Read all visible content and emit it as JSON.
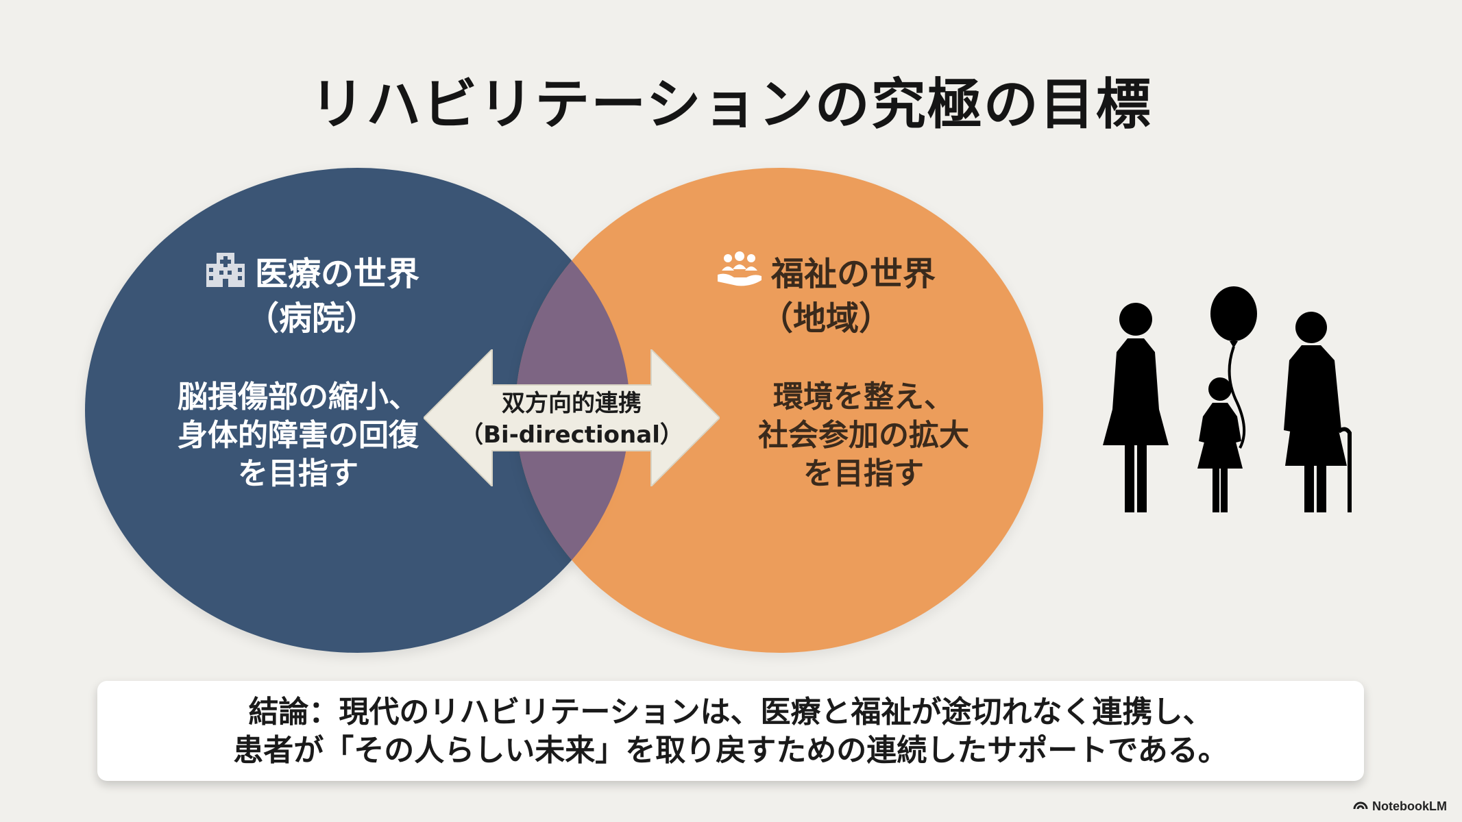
{
  "title": "リハビリテーションの究極の目標",
  "medical": {
    "icon": "hospital-icon",
    "heading_line1": "医療の世界",
    "heading_line2": "（病院）",
    "body_line1": "脳損傷部の縮小、",
    "body_line2": "身体的障害の回復",
    "body_line3": "を目指す",
    "color": "#3b5575"
  },
  "welfare": {
    "icon": "community-hands-icon",
    "heading_line1": "福祉の世界",
    "heading_line2": "（地域）",
    "body_line1": "環境を整え、",
    "body_line2": "社会参加の拡大",
    "body_line3": "を目指す",
    "color": "#eb964e"
  },
  "arrow": {
    "icon": "double-arrow-icon",
    "line1": "双方向的連携",
    "line2": "（Bi-directional）",
    "color": "#efece2"
  },
  "people_icon": "family-with-balloon-icon",
  "conclusion": {
    "line1": "結論：現代のリハビリテーションは、医療と福祉が途切れなく連携し、",
    "line2": "患者が「その人らしい未来」を取り戻すための連続したサポートである。"
  },
  "watermark": "NotebookLM"
}
